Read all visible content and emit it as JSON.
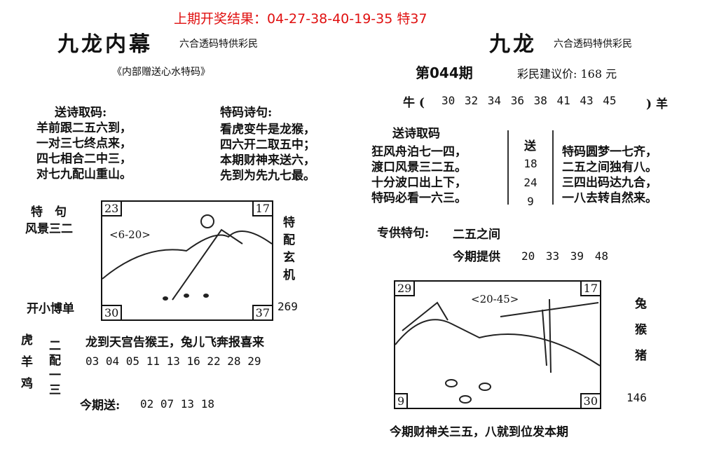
{
  "header": {
    "last_result": "上期开奖结果：04-27-38-40-19-35 特37"
  },
  "left": {
    "title": "九龙内幕",
    "subtitle": "六合透码特供彩民",
    "gift": "《内部赠送心水特码》",
    "poem1_title": "送诗取码:",
    "poem1": [
      "羊前跟二五六到，",
      "一对三七终点来，",
      "四七相合二中三，",
      "对七九配山重山。"
    ],
    "poem2_title": "特码诗句:",
    "poem2": [
      "看虎变牛是龙猴，",
      "四六开二取五中；",
      "本期财神来送六，",
      "先到为先九七最。"
    ],
    "special_label": "特　句",
    "special_text": "风景三二",
    "side_text": "特配玄机",
    "box": {
      "tl": "23",
      "tr": "17",
      "bl": "30",
      "br": "37",
      "range": "<6-20>"
    },
    "bet_label": "开小博单",
    "bet_value": "269",
    "verse": "龙到天宫告猴王，兔儿飞奔报喜来",
    "zodiacs": "虎羊鸡",
    "pair": "二配一三",
    "numbers": "03 04 05 11 13 16 22 28 29",
    "gift_label": "今期送:",
    "gift_numbers": "02 07 13 18"
  },
  "right": {
    "title": "九龙",
    "subtitle": "六合透码特供彩民",
    "issue": "第044期",
    "price": "彩民建议价: 168 元",
    "prefix": "牛 (",
    "numbers": "30 32 34 36 38 41 43 45",
    "suffix": ") 羊",
    "poem_title": "送诗取码",
    "poem": [
      "狂风舟泊七一四，",
      "渡口风景三二五。",
      "十分波口出上下，",
      "特码必看一六三。"
    ],
    "send_label": "送",
    "send": [
      "18",
      "24",
      "9"
    ],
    "poem2": [
      "特码圆梦一七齐，",
      "二五之间独有八。",
      "三四出码达九合，",
      "一八去转自然来。"
    ],
    "special_label": "专供特句:",
    "special_text": "二五之间",
    "provide_label": "今期提供",
    "provide_numbers": "20 33 39 48",
    "box": {
      "tl": "29",
      "tr": "17",
      "bl": "9",
      "br": "30",
      "range": "<20-45>"
    },
    "side": "兔猴猪",
    "side_value": "146",
    "footer": "今期财神关三五，八就到位发本期"
  }
}
